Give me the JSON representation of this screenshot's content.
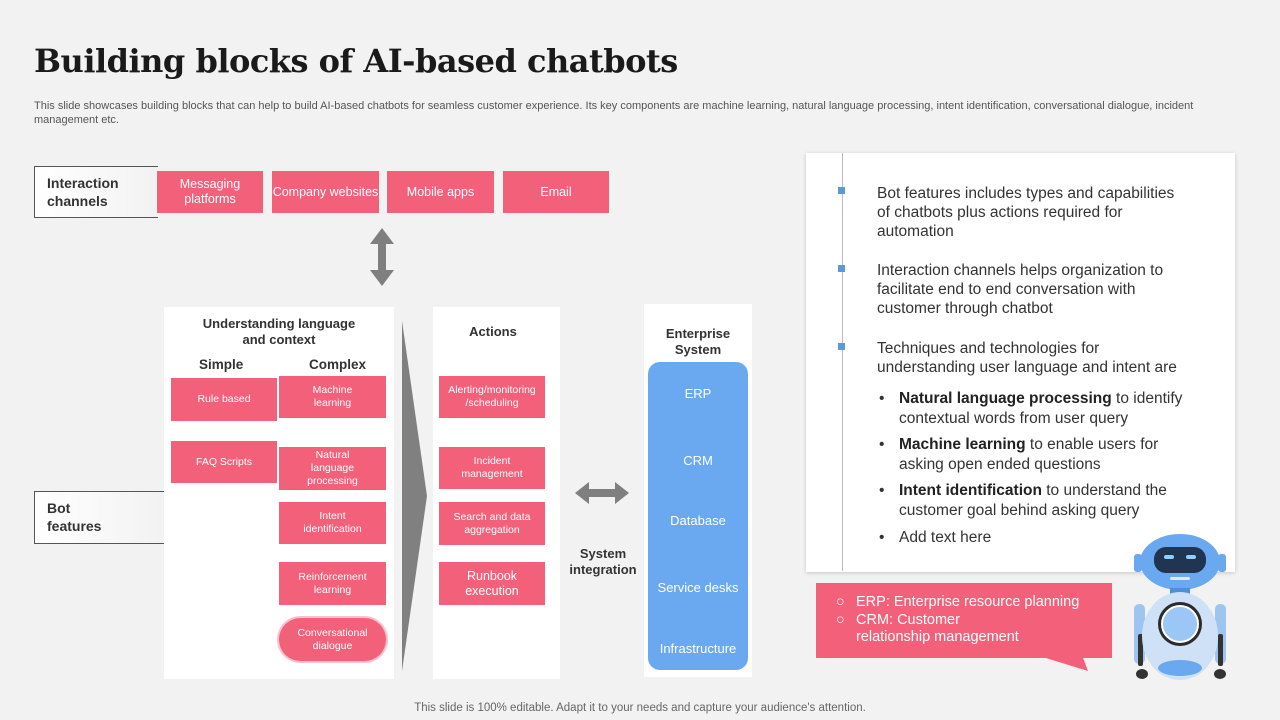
{
  "title": "Building blocks of AI-based chatbots",
  "subtitle": "This slide showcases building blocks that can help to build AI-based chatbots for seamless customer experience. Its key components are machine learning, natural language processing, intent identification, conversational dialogue, incident management etc.",
  "interaction": {
    "label_line1": "Interaction",
    "label_line2": "channels",
    "channels": [
      "Messaging platforms",
      "Company websites",
      "Mobile apps",
      "Email"
    ]
  },
  "bot": {
    "label_line1": "Bot",
    "label_line2": "features"
  },
  "understanding": {
    "heading": "Understanding language and context",
    "simple_heading": "Simple",
    "complex_heading": "Complex",
    "simple": [
      "Rule based",
      "FAQ Scripts"
    ],
    "complex": [
      "Machine learning",
      "Natural language processing",
      "Intent identification",
      "Reinforcement learning",
      "Conversational dialogue"
    ]
  },
  "actions": {
    "heading": "Actions",
    "items": [
      "Alerting/monitoring /scheduling",
      "Incident management",
      "Search and data aggregation",
      "Runbook execution"
    ]
  },
  "system_integration": "System integration",
  "enterprise": {
    "heading": "Enterprise System",
    "items": [
      "ERP",
      "CRM",
      "Database",
      "Service desks",
      "Infrastructure"
    ]
  },
  "info": {
    "points": [
      "Bot features includes types and capabilities of chatbots plus actions required for automation",
      "Interaction channels helps organization to facilitate end to end conversation with customer through chatbot",
      "Techniques and technologies for understanding user language and intent are"
    ],
    "bullets": [
      {
        "bold": "Natural language processing",
        "rest": " to identify contextual words from user query"
      },
      {
        "bold": "Machine learning",
        "rest": " to enable users for asking open ended questions"
      },
      {
        "bold": "Intent identification",
        "rest": " to understand the customer goal behind asking query"
      },
      {
        "bold": "",
        "rest": "Add text here"
      }
    ]
  },
  "callout": {
    "items": [
      "ERP: Enterprise resource planning",
      "CRM: Customer relationship management"
    ]
  },
  "footer": "This slide is 100% editable. Adapt it to your needs and capture your audience's attention.",
  "colors": {
    "pink": "#f2607a",
    "blue": "#6aa8f0",
    "bullet_blue": "#5b9bd5",
    "arrow_gray": "#7f7f7f"
  },
  "icons": {
    "mascot": "robot-icon",
    "vertical_arrow": "double-arrow-vertical-icon",
    "horizontal_arrow": "double-arrow-horizontal-icon"
  }
}
